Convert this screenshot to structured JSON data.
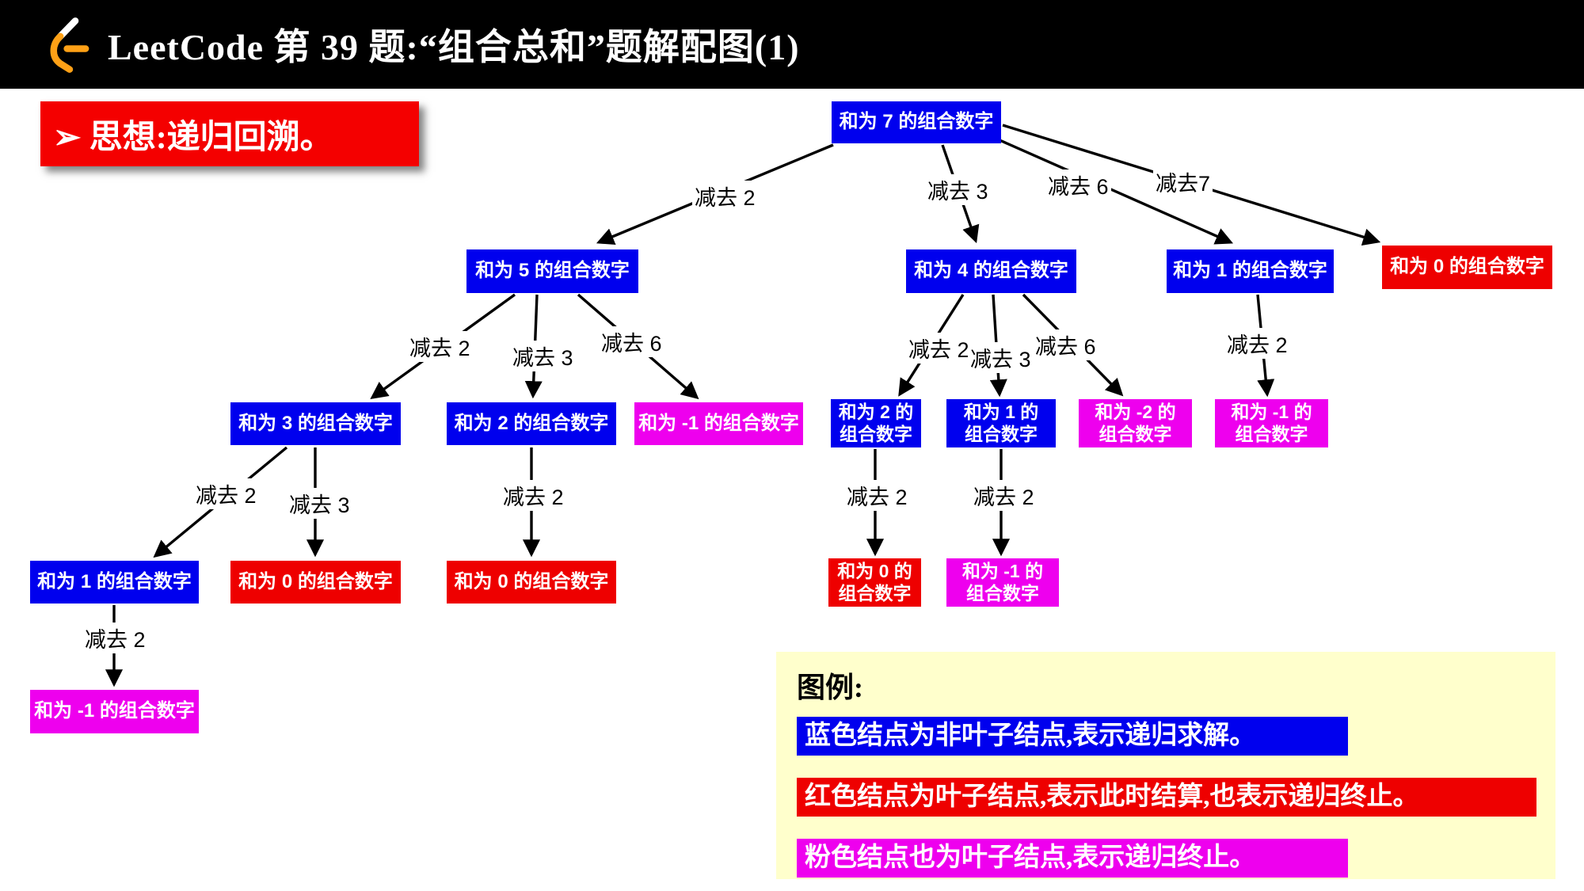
{
  "header": {
    "title": "LeetCode 第 39 题:“组合总和”题解配图(1)"
  },
  "banner": {
    "text": "➢ 思想:递归回溯。"
  },
  "colors": {
    "node_blue": "#0000EE",
    "node_red": "#EE0000",
    "node_magenta": "#EE00EE",
    "banner_red": "#F40000",
    "legend_bg": "#FFFFCC",
    "header_bg": "#000000",
    "logo_orange": "#FFA116"
  },
  "tree": {
    "nodes": [
      {
        "label": "和为 7 的组合数字",
        "color": "blue"
      },
      {
        "label": "和为 5 的组合数字",
        "color": "blue"
      },
      {
        "label": "和为 4 的组合数字",
        "color": "blue"
      },
      {
        "label": "和为 1 的组合数字",
        "color": "blue"
      },
      {
        "label": "和为 0 的组合数字",
        "color": "red"
      },
      {
        "label": "和为 3 的组合数字",
        "color": "blue"
      },
      {
        "label": "和为 2 的组合数字",
        "color": "blue"
      },
      {
        "label": "和为 -1 的组合数字",
        "color": "magenta"
      },
      {
        "label": "和为 2 的\n组合数字",
        "color": "blue"
      },
      {
        "label": "和为 1 的\n组合数字",
        "color": "blue"
      },
      {
        "label": "和为 -2 的\n组合数字",
        "color": "magenta"
      },
      {
        "label": "和为 -1 的\n组合数字",
        "color": "magenta"
      },
      {
        "label": "和为 1 的组合数字",
        "color": "blue"
      },
      {
        "label": "和为 0 的组合数字",
        "color": "red"
      },
      {
        "label": "和为 0 的组合数字",
        "color": "red"
      },
      {
        "label": "和为 0 的\n组合数字",
        "color": "red"
      },
      {
        "label": "和为 -1 的\n组合数字",
        "color": "magenta"
      },
      {
        "label": "和为 -1 的组合数字",
        "color": "magenta"
      }
    ],
    "edges": [
      {
        "label": "减去 2",
        "from": "7",
        "to": "5"
      },
      {
        "label": "减去 3",
        "from": "7",
        "to": "4"
      },
      {
        "label": "减去 6",
        "from": "7",
        "to": "1"
      },
      {
        "label": "减去7",
        "from": "7",
        "to": "0"
      },
      {
        "label": "减去 2",
        "from": "5",
        "to": "3"
      },
      {
        "label": "减去 3",
        "from": "5",
        "to": "2"
      },
      {
        "label": "减去 6",
        "from": "5",
        "to": "-1"
      },
      {
        "label": "减去 2",
        "from": "4",
        "to": "2"
      },
      {
        "label": "减去 3",
        "from": "4",
        "to": "1"
      },
      {
        "label": "减去 6",
        "from": "4",
        "to": "-2"
      },
      {
        "label": "减去 2",
        "from": "1",
        "to": "-1"
      },
      {
        "label": "减去 2",
        "from": "3",
        "to": "1"
      },
      {
        "label": "减去 3",
        "from": "3",
        "to": "0"
      },
      {
        "label": "减去 2",
        "from": "2",
        "to": "0"
      },
      {
        "label": "减去 2",
        "from": "2",
        "to": "0"
      },
      {
        "label": "减去 2",
        "from": "1",
        "to": "-1"
      },
      {
        "label": "减去 2",
        "from": "1",
        "to": "-1"
      }
    ]
  },
  "legend": {
    "title": "图例:",
    "items": [
      {
        "color": "blue",
        "text": "蓝色结点为非叶子结点,表示递归求解。"
      },
      {
        "color": "red",
        "text": "红色结点为叶子结点,表示此时结算,也表示递归终止。"
      },
      {
        "color": "magenta",
        "text": "粉色结点也为叶子结点,表示递归终止。"
      }
    ]
  }
}
